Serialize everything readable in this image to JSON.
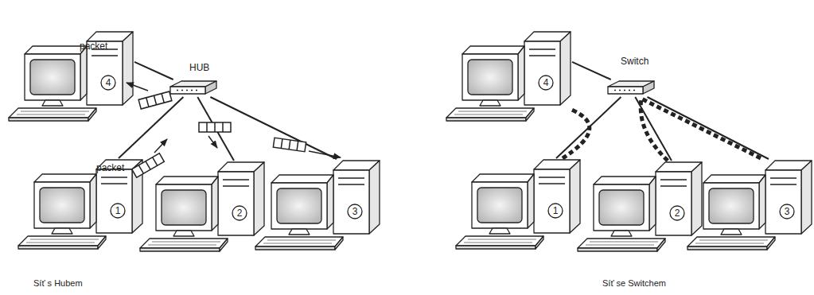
{
  "diagram": {
    "nodes": [
      {
        "text": [
          "HUB"
        ]
      },
      {
        "text": [
          "4"
        ]
      },
      {
        "text": [
          "1"
        ]
      },
      {
        "text": [
          "2"
        ]
      },
      {
        "text": [
          "3"
        ]
      },
      {
        "text": [
          "Switch"
        ]
      },
      {
        "text": [
          "4"
        ]
      },
      {
        "text": [
          "1"
        ]
      },
      {
        "text": [
          "2"
        ]
      },
      {
        "text": [
          "3"
        ]
      }
    ],
    "edges": [
      {
        "from": 0,
        "to": 1,
        "arrow": "none"
      },
      {
        "from": 0,
        "to": 2,
        "arrow": "none"
      },
      {
        "from": 0,
        "to": 3,
        "arrow": "none"
      },
      {
        "from": 0,
        "to": 4,
        "arrow": "none"
      },
      {
        "from": 5,
        "to": 6,
        "arrow": "none"
      },
      {
        "from": 5,
        "to": 7,
        "arrow": "none"
      },
      {
        "from": 5,
        "to": 8,
        "arrow": "none"
      },
      {
        "from": 5,
        "to": 9,
        "arrow": "none"
      },
      {
        "from": 6,
        "to": 7,
        "arrow": "none"
      },
      {
        "from": 8,
        "to": 9,
        "arrow": "none"
      }
    ],
    "labels": [
      "packet",
      "packet",
      "Síť s Hubem",
      "Síť se Switchem"
    ]
  }
}
